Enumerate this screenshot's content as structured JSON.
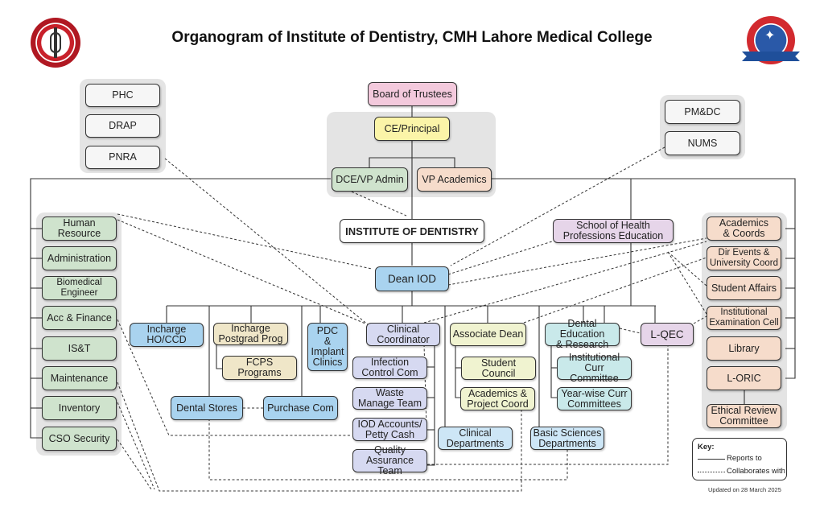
{
  "title": "Organogram of Institute of Dentistry, CMH Lahore Medical College",
  "logos": {
    "left": "cmh-lahore-medical-college-logo",
    "right": "institute-of-dentistry-logo"
  },
  "external_regulators_left": [
    "PHC",
    "DRAP",
    "PNRA"
  ],
  "external_regulators_right": [
    "PM&DC",
    "NUMS"
  ],
  "governance": {
    "board": "Board of Trustees",
    "principal": "CE/Principal",
    "dce_admin": "DCE/VP Admin",
    "vp_academics": "VP Academics"
  },
  "institute": "INSTITUTE OF DENTISTRY",
  "shpe": "School of Health\nProfessions Education",
  "dean": "Dean IOD",
  "admin_departments": [
    "Human\nResource",
    "Administration",
    "Biomedical\nEngineer",
    "Acc & Finance",
    "IS&T",
    "Maintenance",
    "Inventory",
    "CSO Security"
  ],
  "academic_units": [
    "Academics\n& Coords",
    "Dir Events &\nUniversity Coord",
    "Student Affairs",
    "Institutional\nExamination Cell",
    "Library",
    "L-ORIC",
    "Ethical Review\nCommittee"
  ],
  "dean_units": {
    "incharge_ho": "Incharge\nHO/CCD",
    "incharge_pg": "Incharge\nPostgrad Prog",
    "fcps": "FCPS\nPrograms",
    "pdc": "PDC\n&\nImplant\nClinics",
    "dental_stores": "Dental Stores",
    "purchase": "Purchase Com",
    "clinical_coord": "Clinical\nCoordinator",
    "infection": "Infection\nControl Com",
    "waste": "Waste\nManage Team",
    "accounts": "IOD Accounts/\nPetty Cash",
    "quality": "Quality\nAssurance Team",
    "clinical_depts": "Clinical\nDepartments",
    "assoc_dean": "Associate Dean",
    "student_council": "Student Council",
    "acad_project": "Academics &\nProject Coord",
    "basic_sci": "Basic Sciences\nDepartments",
    "der": "Dental Education\n& Research",
    "inst_curr": "Institutional Curr\nCommittee",
    "yearwise_curr": "Year-wise Curr\nCommittees",
    "lqec": "L-QEC"
  },
  "key": {
    "title": "Key:",
    "solid": "Reports to",
    "dotted": "Collaborates with"
  },
  "updated": "Updated on 28 March 2025"
}
